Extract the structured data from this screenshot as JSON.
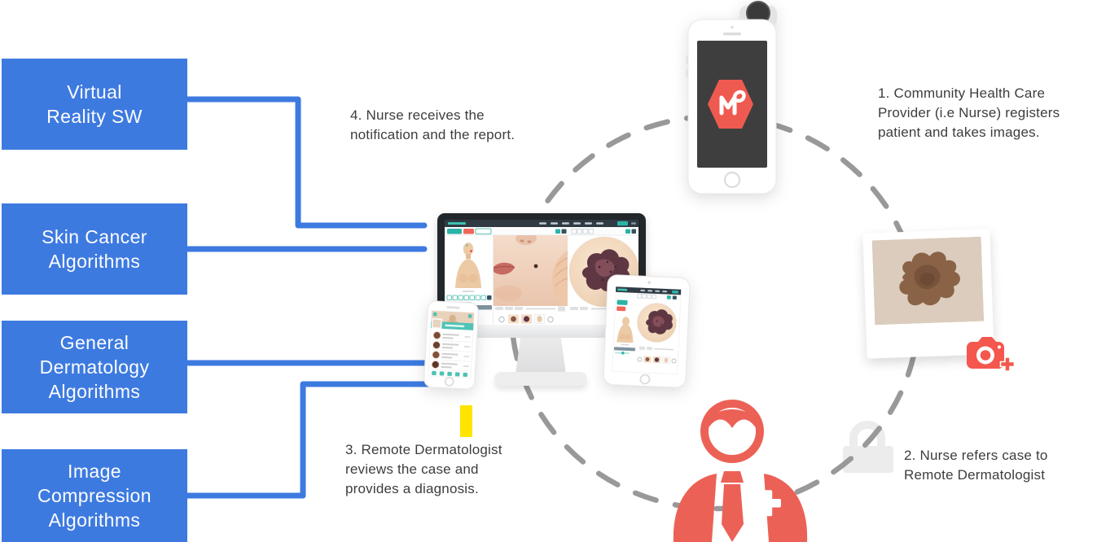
{
  "left_panel": {
    "boxes": [
      {
        "id": "virtual-reality-sw",
        "lines": [
          "Virtual",
          "Reality SW"
        ]
      },
      {
        "id": "skin-cancer-algorithms",
        "lines": [
          "Skin Cancer",
          "Algorithms"
        ]
      },
      {
        "id": "general-dermatology-algorithms",
        "lines": [
          "General",
          "Dermatology",
          "Algorithms"
        ]
      },
      {
        "id": "image-compression-algorithms",
        "lines": [
          "Image",
          "Compression",
          "Algorithms"
        ]
      }
    ]
  },
  "steps": [
    {
      "text": "1. Community Health Care Provider (i.e Nurse) registers patient and takes images."
    },
    {
      "text": "2. Nurse refers case to Remote Dermatologist"
    },
    {
      "text": "3. Remote Dermatologist reviews the case and provides a diagnosis."
    },
    {
      "text": "4. Nurse receives the notification and the report."
    }
  ],
  "icons": [
    "smartphone-dermoscope-icon",
    "hexagon-app-logo-icon",
    "mole-polaroid-photo-icon",
    "camera-add-icon",
    "lock-icon",
    "dermatologist-icon",
    "desktop-dermatology-app-icon",
    "tablet-dermatology-app-icon",
    "phone-patient-list-icon",
    "yellow-highlight-marker"
  ],
  "colors": {
    "box_blue": "#3d7ae0",
    "connector_blue": "#3d7ae0",
    "dashed_circle_gray": "#999999",
    "accent_coral": "#f0564c",
    "accent_teal": "#2bb3a7",
    "highlight_yellow": "#ffe400",
    "text_dark": "#3d3d3d"
  }
}
